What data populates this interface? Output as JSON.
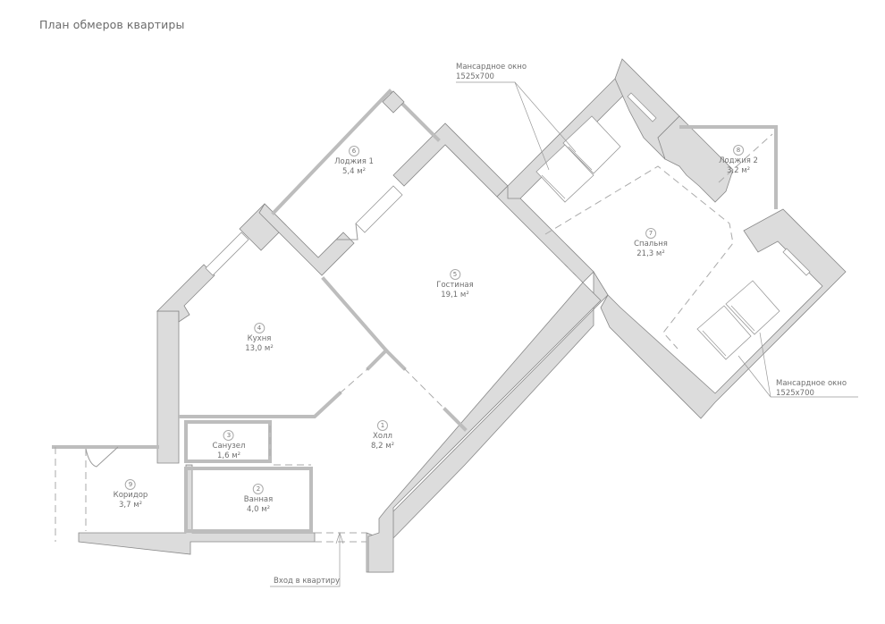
{
  "title": "План обмеров квартиры",
  "colors": {
    "wall_fill": "#dcdcdc",
    "wall_stroke": "#888888",
    "text": "#6f6f6f",
    "background": "#ffffff"
  },
  "rooms": [
    {
      "num": "1",
      "name": "Холл",
      "area": "8,2 м²"
    },
    {
      "num": "2",
      "name": "Ванная",
      "area": "4,0 м²"
    },
    {
      "num": "3",
      "name": "Санузел",
      "area": "1,6 м²"
    },
    {
      "num": "4",
      "name": "Кухня",
      "area": "13,0 м²"
    },
    {
      "num": "5",
      "name": "Гостиная",
      "area": "19,1 м²"
    },
    {
      "num": "6",
      "name": "Лоджия 1",
      "area": "5,4 м²"
    },
    {
      "num": "7",
      "name": "Спальня",
      "area": "21,3 м²"
    },
    {
      "num": "8",
      "name": "Лоджия 2",
      "area": "3,2 м²"
    },
    {
      "num": "9",
      "name": "Коридор",
      "area": "3,7 м²"
    }
  ],
  "annotations": {
    "skylight_top": {
      "line1": "Мансардное окно",
      "line2": "1525x700"
    },
    "skylight_bottom": {
      "line1": "Мансардное окно",
      "line2": "1525x700"
    },
    "entrance": "Вход в квартиру"
  }
}
